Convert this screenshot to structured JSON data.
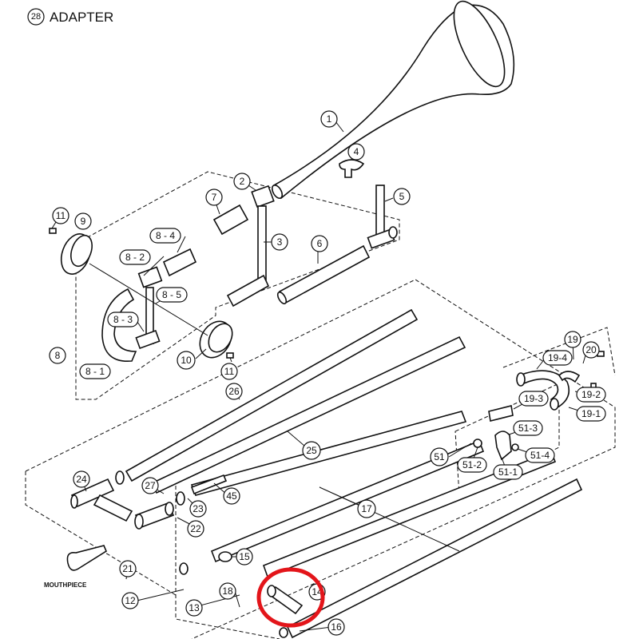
{
  "title": {
    "badge": "28",
    "text": "ADAPTER"
  },
  "mouthpiece_label": "MOUTHPIECE",
  "highlight_color": "#e3151a",
  "callouts": {
    "c1": "1",
    "c2": "2",
    "c3": "3",
    "c4": "4",
    "c5": "5",
    "c6": "6",
    "c7": "7",
    "c8": "8",
    "c9": "9",
    "c10": "10",
    "c11a": "11",
    "c11b": "11",
    "c12": "12",
    "c13": "13",
    "c14": "14",
    "c15": "15",
    "c16": "16",
    "c17": "17",
    "c18": "18",
    "c19": "19",
    "c20": "20",
    "c21": "21",
    "c22": "22",
    "c23": "23",
    "c24": "24",
    "c25": "25",
    "c26": "26",
    "c27": "27",
    "c45": "45",
    "c51": "51",
    "c8_1": "8 - 1",
    "c8_2": "8 - 2",
    "c8_3": "8 - 3",
    "c8_4": "8 - 4",
    "c8_5": "8 - 5",
    "c19_1": "19-1",
    "c19_2": "19-2",
    "c19_3": "19-3",
    "c19_4": "19-4",
    "c51_1": "51-1",
    "c51_2": "51-2",
    "c51_3": "51-3",
    "c51_4": "51-4"
  }
}
